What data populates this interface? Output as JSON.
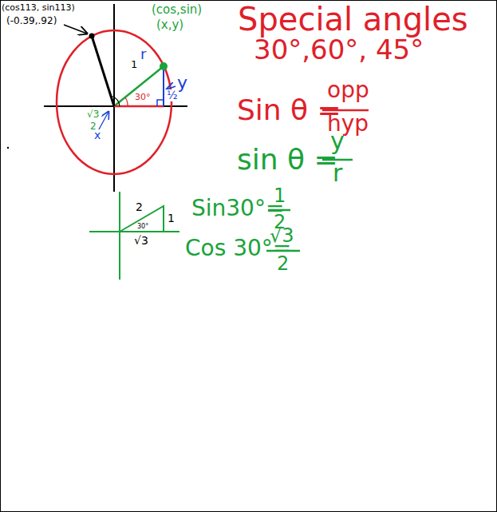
{
  "diagram": {
    "title": "Special angles",
    "labels": [
      "30°,60°, 45°",
      "Sin θ =",
      "opp",
      "hyp",
      "sin θ =",
      "y",
      "r",
      "Sin30°=",
      "1",
      "2",
      "Cos 30°=",
      "√3",
      "2",
      "(cos113, sin113)",
      "(-0.39,.92)",
      "(cos,sin)",
      "(x,y)",
      "r",
      "1",
      "30°",
      "y",
      "½",
      "√3",
      "2",
      "x",
      "2",
      "1",
      "30°",
      "√3"
    ]
  }
}
